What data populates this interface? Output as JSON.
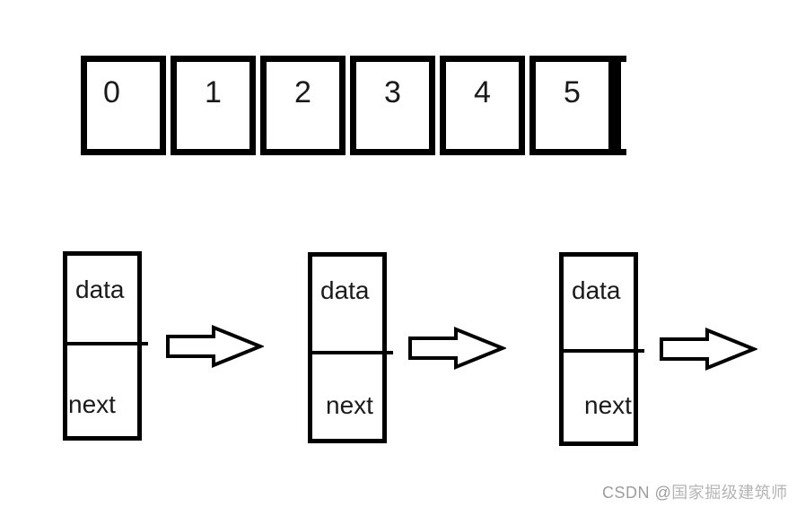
{
  "array": {
    "cells": [
      "0",
      "1",
      "2",
      "3",
      "4",
      "5"
    ]
  },
  "nodes": [
    {
      "data_label": "data",
      "next_label": "next"
    },
    {
      "data_label": "data",
      "next_label": "next"
    },
    {
      "data_label": "data",
      "next_label": "next"
    }
  ],
  "arrows": {
    "direction": "right",
    "count": 3
  },
  "watermark": {
    "prefix": "CSDN @",
    "username": "国家掘级建筑师"
  },
  "colors": {
    "stroke": "#000000",
    "background": "#ffffff",
    "watermark_prefix": "#9d9d9d",
    "watermark_user": "#b5b5b5"
  }
}
